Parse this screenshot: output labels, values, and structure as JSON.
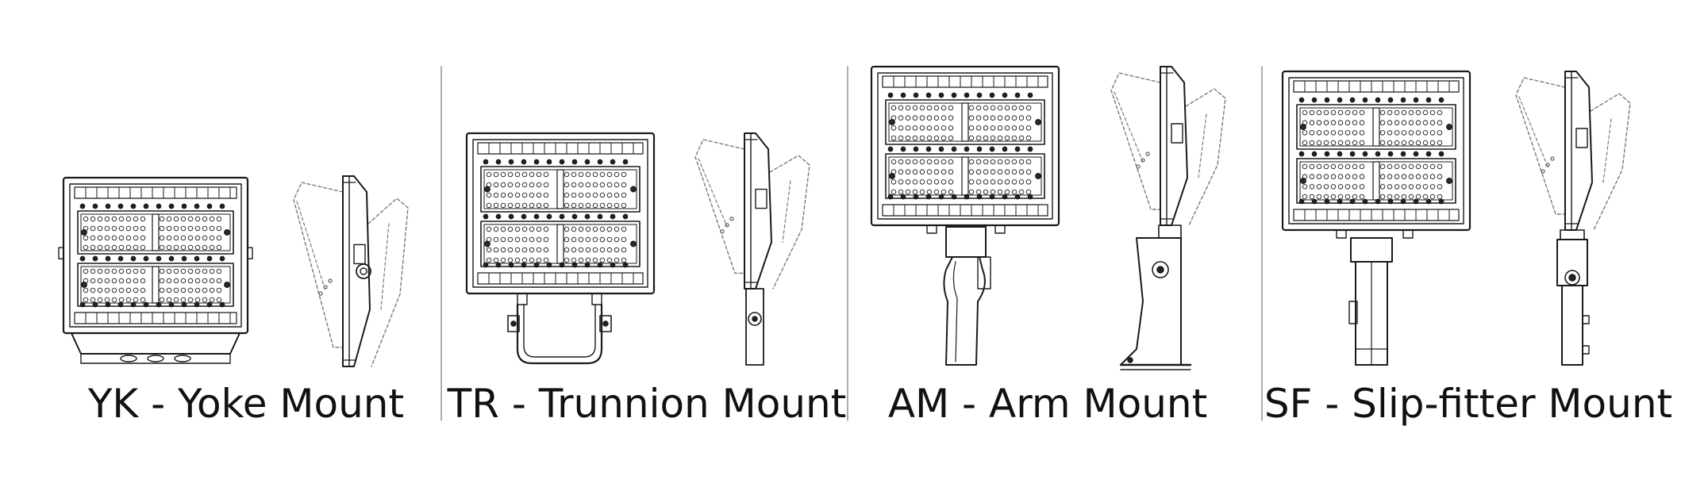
{
  "colors": {
    "line": "#1a1a1a",
    "dashed": "#7a7a7a",
    "divider": "#8a8a8a",
    "background": "#ffffff"
  },
  "mounts": [
    {
      "code": "YK",
      "caption": "YK - Yoke Mount"
    },
    {
      "code": "TR",
      "caption": "TR - Trunnion Mount"
    },
    {
      "code": "AM",
      "caption": "AM - Arm Mount"
    },
    {
      "code": "SF",
      "caption": "SF - Slip-fitter Mount"
    }
  ]
}
